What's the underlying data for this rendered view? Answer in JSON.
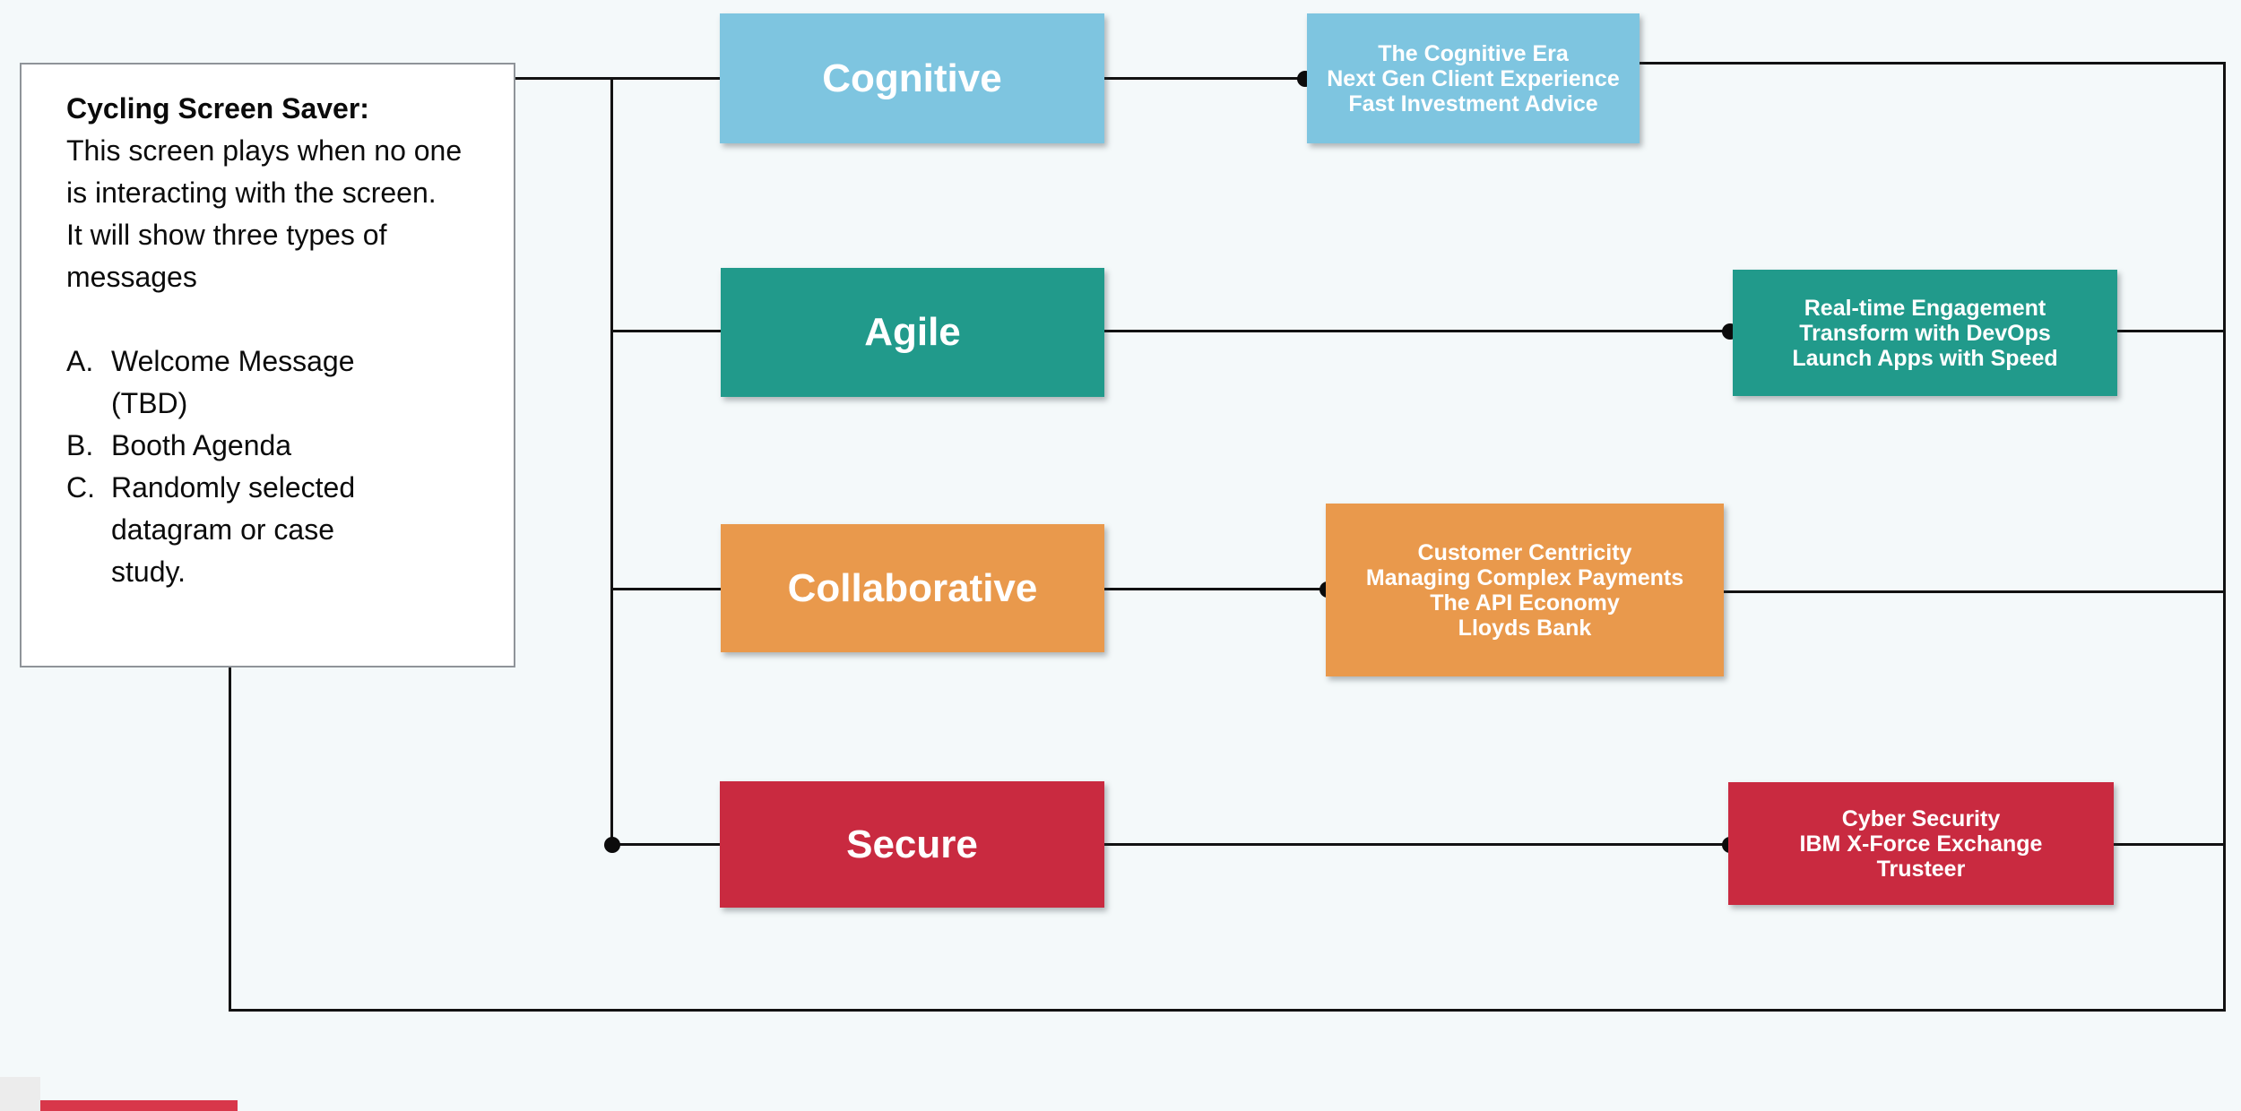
{
  "note_box": {
    "title": "Cycling Screen Saver:",
    "paragraph1": "This screen plays when no one is interacting with the screen.",
    "paragraph2": "It will show three types of messages",
    "list": [
      {
        "marker": "A.",
        "text": "Welcome Message (TBD)"
      },
      {
        "marker": "B.",
        "text": "Booth Agenda"
      },
      {
        "marker": "C.",
        "text": "Randomly selected datagram or case study."
      }
    ]
  },
  "rows": [
    {
      "id": "cognitive",
      "label": "Cognitive",
      "color": "#7ec5e0",
      "topics": [
        "The Cognitive Era",
        "Next Gen Client Experience",
        "Fast Investment Advice"
      ]
    },
    {
      "id": "agile",
      "label": "Agile",
      "color": "#219a8b",
      "topics": [
        "Real-time Engagement",
        "Transform with DevOps",
        "Launch Apps with Speed"
      ]
    },
    {
      "id": "collaborative",
      "label": "Collaborative",
      "color": "#e9994c",
      "topics": [
        "Customer Centricity",
        "Managing Complex Payments",
        "The API Economy",
        "Lloyds Bank"
      ]
    },
    {
      "id": "secure",
      "label": "Secure",
      "color": "#c92a40",
      "topics": [
        "Cyber Security",
        "IBM X-Force Exchange",
        "Trusteer"
      ]
    }
  ],
  "colors": {
    "background": "#f4f9fa",
    "connector": "#121212",
    "note_border": "#8f9499",
    "cognitive": "#7ec5e0",
    "agile": "#219a8b",
    "collaborative": "#e9994c",
    "secure": "#c92a40"
  }
}
